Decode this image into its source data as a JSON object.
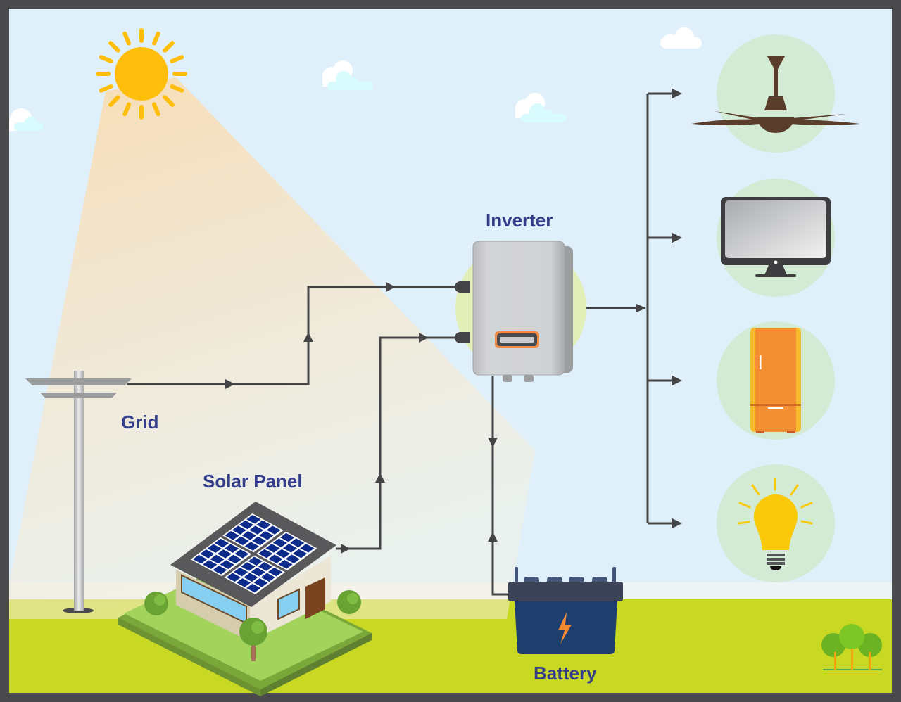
{
  "diagram": {
    "title": "Solar power system with grid, inverter and battery",
    "colors": {
      "frame": "#4a4a4c",
      "sky": "#dff0fa",
      "ground": "#c9d923",
      "label": "#333d8a",
      "wire": "#444447",
      "sun": "#ffbe0b",
      "appliance_circle": "#d3ead4"
    },
    "labels": {
      "inverter": "Inverter",
      "grid": "Grid",
      "solar_panel": "Solar Panel",
      "battery": "Battery"
    },
    "nodes": [
      {
        "id": "sun",
        "icon": "sun-icon"
      },
      {
        "id": "grid",
        "label": "Grid",
        "icon": "utility-pole-icon"
      },
      {
        "id": "solar_panel",
        "label": "Solar Panel",
        "icon": "house-solar-roof-icon"
      },
      {
        "id": "inverter",
        "label": "Inverter",
        "icon": "inverter-icon"
      },
      {
        "id": "battery",
        "label": "Battery",
        "icon": "battery-icon"
      },
      {
        "id": "fan",
        "icon": "ceiling-fan-icon"
      },
      {
        "id": "monitor",
        "icon": "monitor-icon"
      },
      {
        "id": "fridge",
        "icon": "refrigerator-icon"
      },
      {
        "id": "bulb",
        "icon": "light-bulb-icon"
      }
    ],
    "edges": [
      {
        "from": "grid",
        "to": "inverter",
        "direction": "one-way"
      },
      {
        "from": "solar_panel",
        "to": "inverter",
        "direction": "one-way"
      },
      {
        "from": "inverter",
        "to": "battery",
        "direction": "two-way"
      },
      {
        "from": "inverter",
        "to": "fan",
        "direction": "one-way"
      },
      {
        "from": "inverter",
        "to": "monitor",
        "direction": "one-way"
      },
      {
        "from": "inverter",
        "to": "fridge",
        "direction": "one-way"
      },
      {
        "from": "inverter",
        "to": "bulb",
        "direction": "one-way"
      }
    ]
  }
}
